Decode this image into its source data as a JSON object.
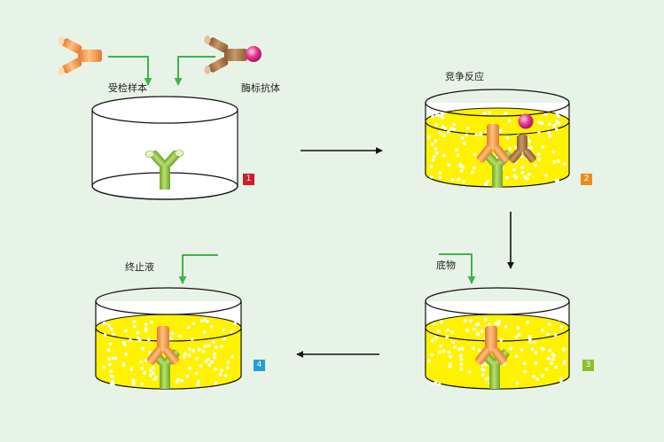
{
  "labels": {
    "sample": "受检样本",
    "enzyme_antibody": "酶标抗体",
    "competition": "竞争反应",
    "substrate": "底物",
    "stop_solution": "终止液"
  },
  "steps": [
    {
      "number": "1",
      "color": "#d21b2c"
    },
    {
      "number": "2",
      "color": "#ef8a1f"
    },
    {
      "number": "3",
      "color": "#8bbf2a"
    },
    {
      "number": "4",
      "color": "#1ea0d8"
    }
  ],
  "colors": {
    "background": "#e8f3e7",
    "liquid": "#fff200",
    "coated_antibody": "#8cc63f",
    "sample_antigen": "#f5a15a",
    "labeled_antigen": "#a8784a",
    "enzyme_label": "#e8368f",
    "feed_arrow": "#3bb54a",
    "flow_arrow": "#111111"
  },
  "icons": [
    "y-shaped-antigen-icon",
    "enzyme-label-icon",
    "coated-antibody-icon"
  ]
}
